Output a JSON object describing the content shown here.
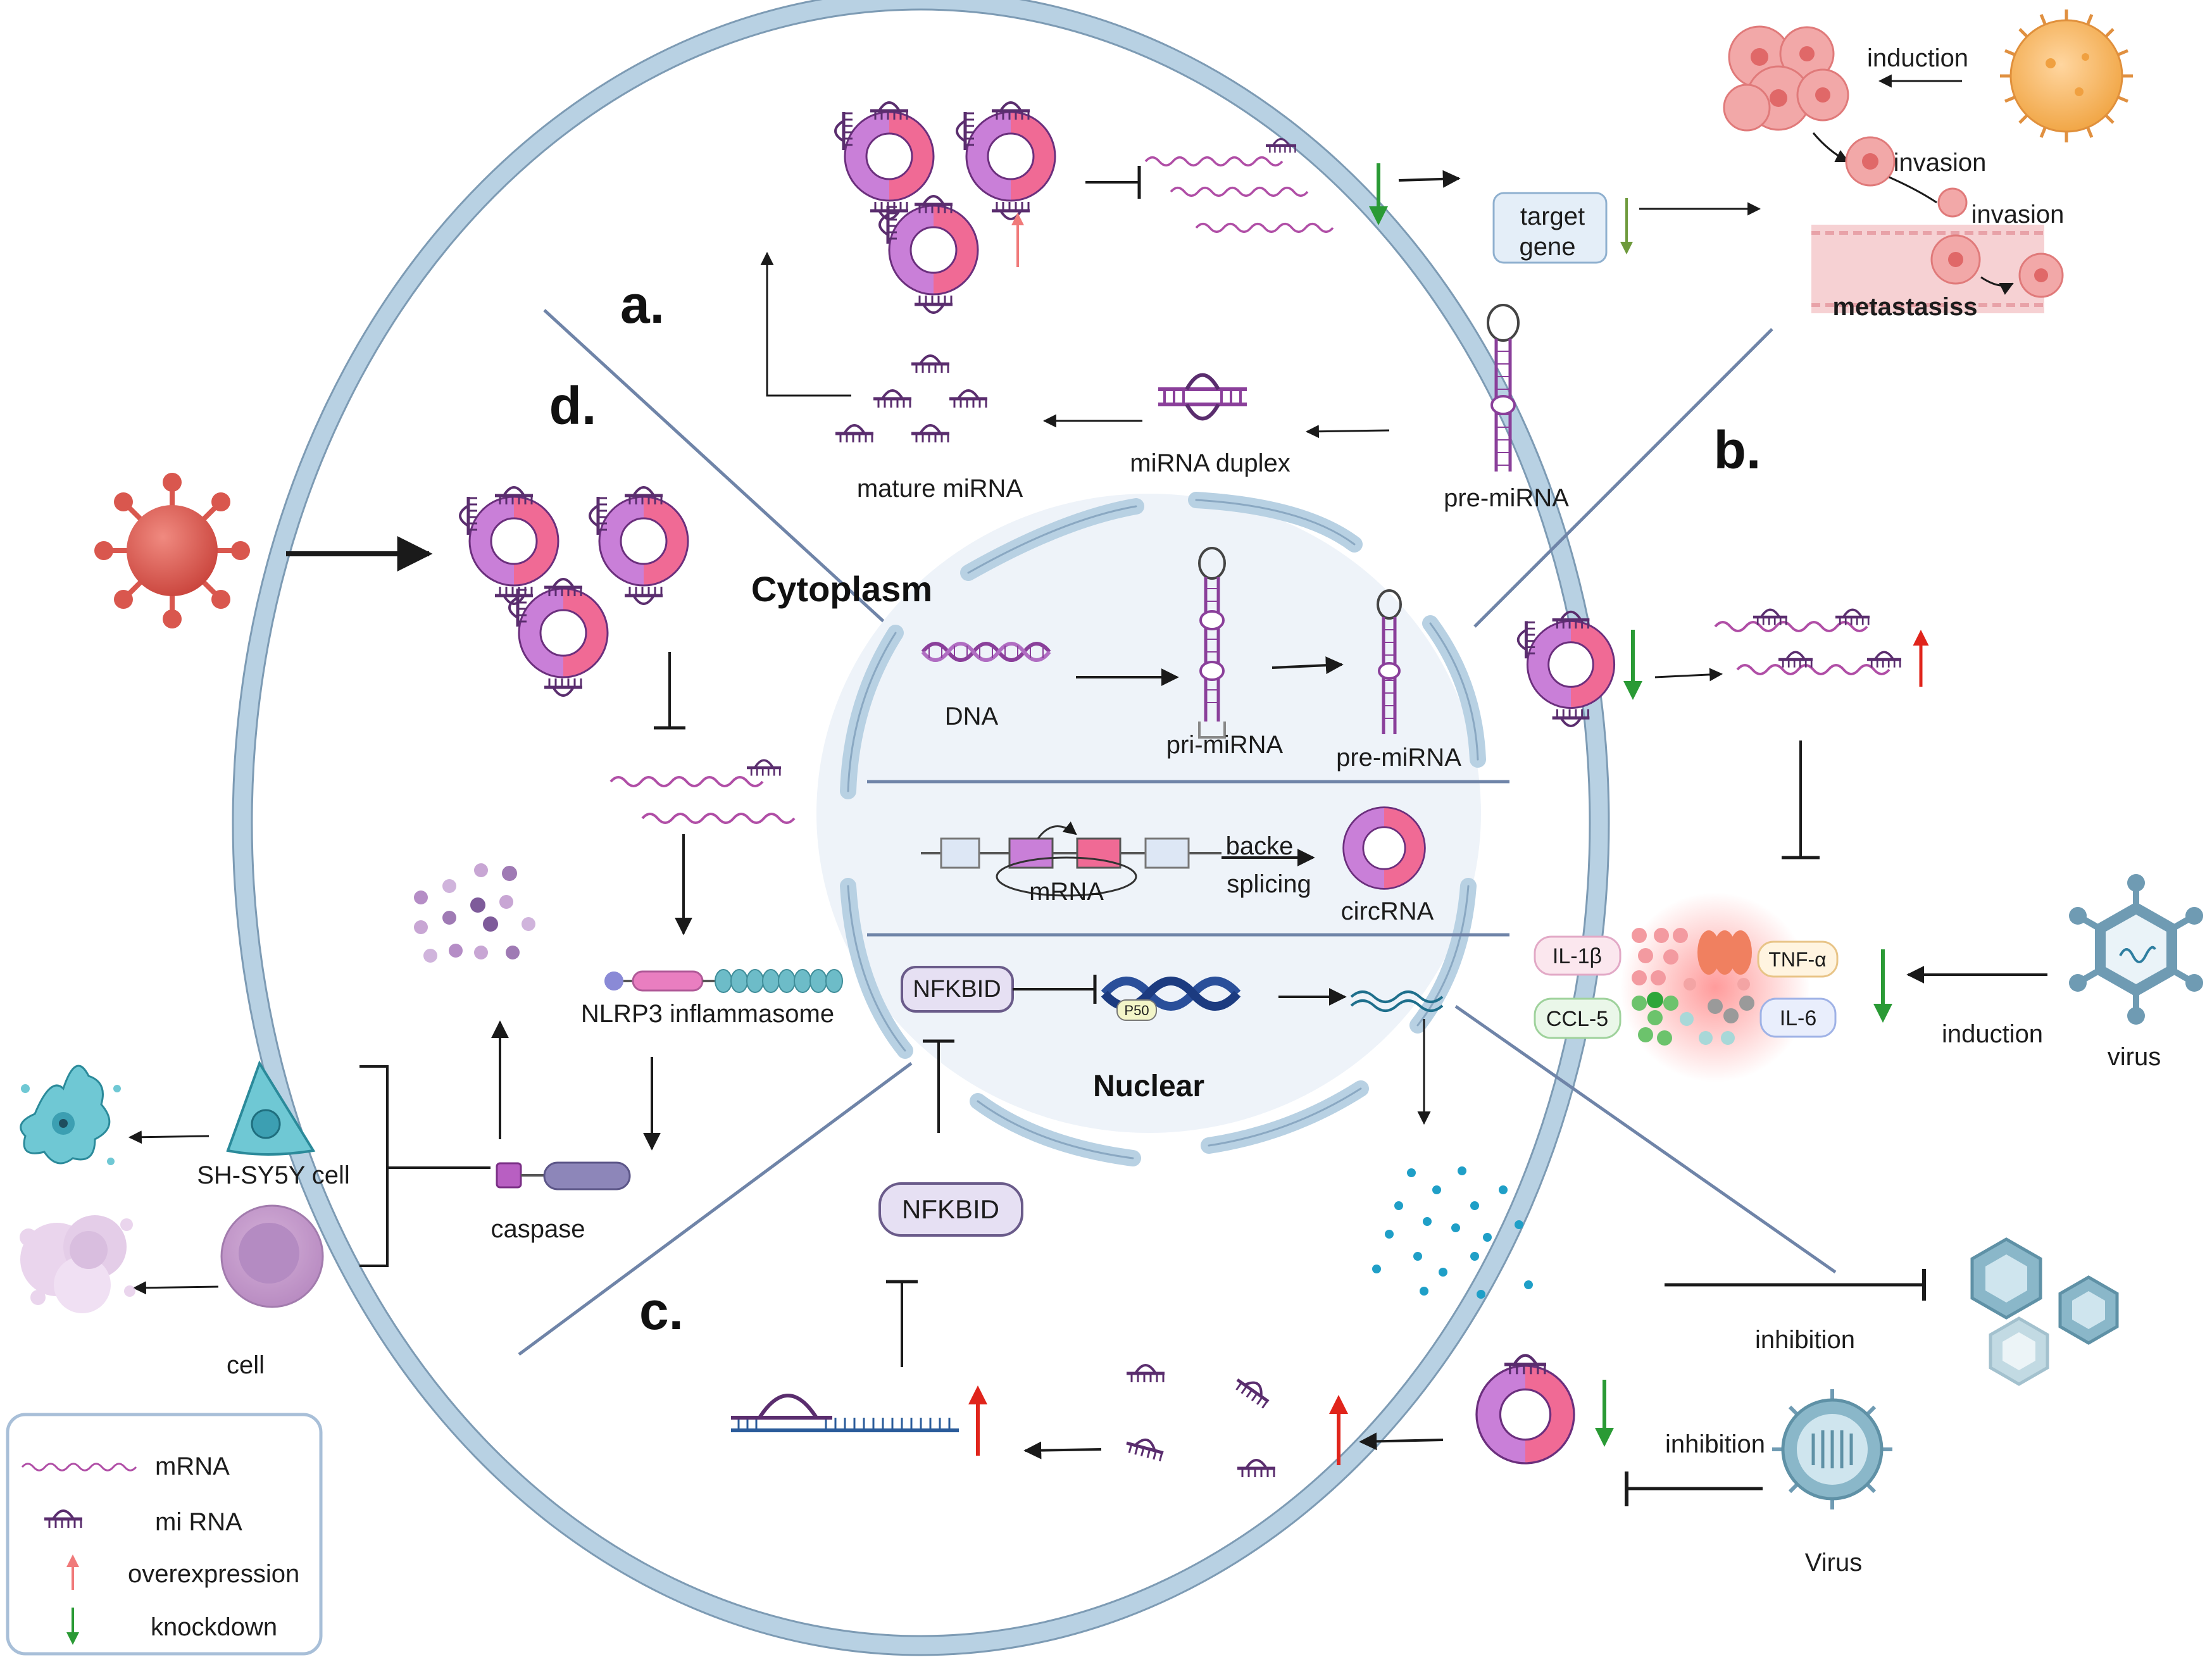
{
  "panels": {
    "a": "a.",
    "b": "b.",
    "c": "c.",
    "d": "d."
  },
  "compartments": {
    "cytoplasm": "Cytoplasm",
    "nuclear": "Nuclear"
  },
  "nucleus": {
    "dna": "DNA",
    "pri_mirna": "pri-miRNA",
    "pre_mirna": "pre-miRNA",
    "mrna": "mRNA",
    "backe": "backe",
    "splicing": "splicing",
    "circrna": "circRNA",
    "nfkbid": "NFKBID",
    "p50": "P50"
  },
  "panel_a": {
    "pre_mirna": "pre-miRNA",
    "mirna_duplex": "miRNA duplex",
    "mature_mirna": "mature miRNA",
    "target_gene_line1": "target",
    "target_gene_line2": "gene",
    "induction": "induction",
    "invasion1": "invasion",
    "invasion2": "invasion",
    "metastasis": "metastasiss"
  },
  "panel_b": {
    "cytokines": [
      "IL-1β",
      "TNF-α",
      "CCL-5",
      "IL-6"
    ],
    "induction": "induction",
    "virus": "virus"
  },
  "panel_c": {
    "nfkbid": "NFKBID",
    "inhibition1": "inhibition",
    "inhibition2": "inhibition",
    "virus": "Virus"
  },
  "panel_d": {
    "nlrp3": "NLRP3 inflammasome",
    "caspase": "caspase",
    "shsy5y": "SH-SY5Y cell",
    "cell": "cell"
  },
  "legend": [
    {
      "icon": "mrna-icon",
      "label": "mRNA"
    },
    {
      "icon": "mirna-icon",
      "label": "mi RNA"
    },
    {
      "icon": "overexpression-arrow-icon",
      "label": "overexpression"
    },
    {
      "icon": "knockdown-arrow-icon",
      "label": "knockdown"
    }
  ],
  "colors": {
    "membrane": "#b8d1e3",
    "membrane_edge": "#7d9bb4",
    "circ_purple": "#c97fd8",
    "circ_pink": "#f06a95",
    "mrna": "#b04ea6",
    "mirna": "#5a2d6e",
    "up_red": "#e0241b",
    "down_green": "#2a9a35",
    "virus_red": "#e06a60",
    "virus_blue": "#6f9bb3",
    "dot_blue": "#1f9fc7"
  }
}
